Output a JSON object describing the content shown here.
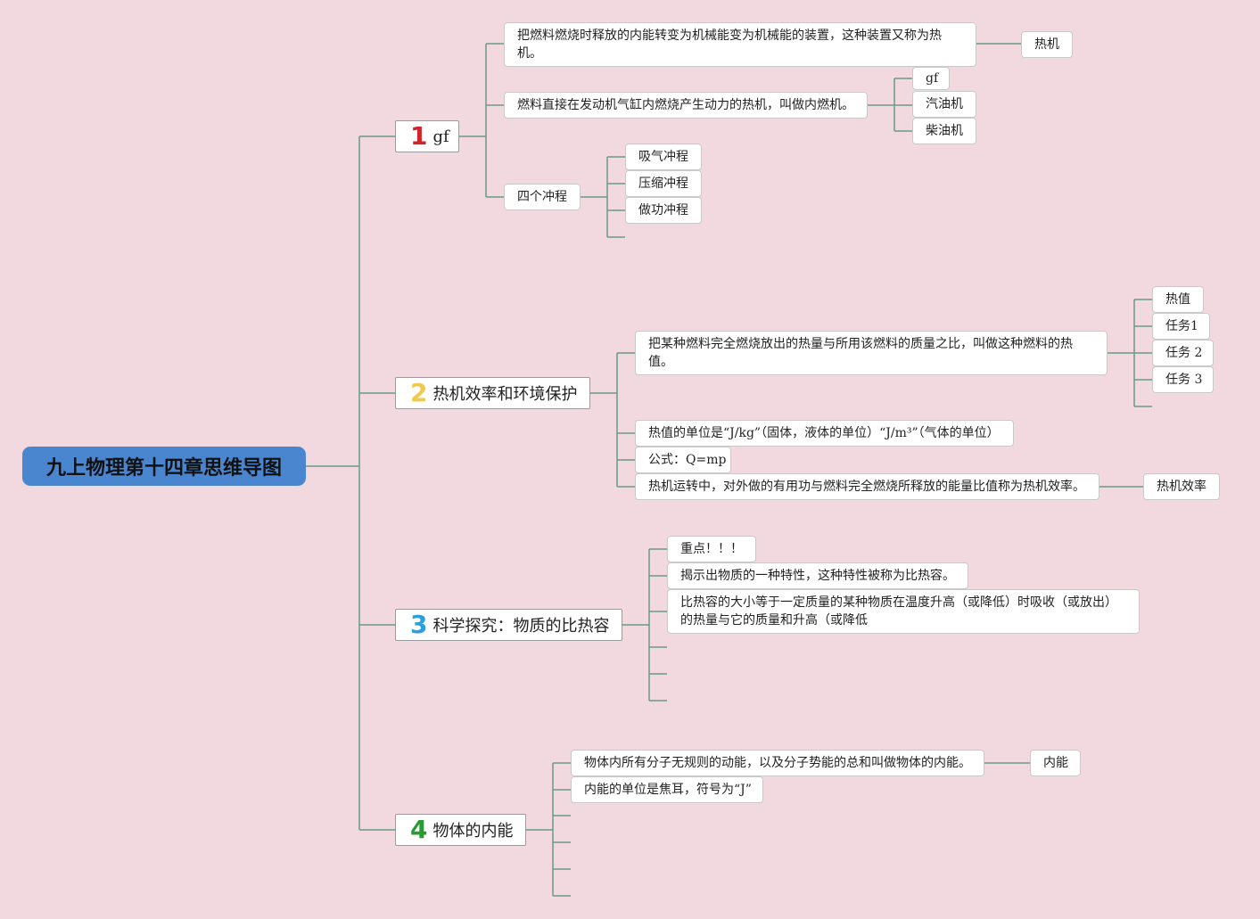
{
  "root": {
    "title": "九上物理第十四章思维导图"
  },
  "branches": [
    {
      "number": "1",
      "number_color": "#d2232a",
      "label": "gf",
      "children": [
        {
          "text": "把燃料燃烧时释放的内能转变为机械能变为机械能的装置，这种装置又称为热机。",
          "children": [
            "热机"
          ]
        },
        {
          "text": "燃料直接在发动机气缸内燃烧产生动力的热机，叫做内燃机。",
          "children": [
            "gf",
            "汽油机",
            "柴油机"
          ]
        },
        {
          "text": "四个冲程",
          "children": [
            "吸气冲程",
            "压缩冲程",
            "做功冲程"
          ]
        }
      ]
    },
    {
      "number": "2",
      "number_color": "#f2c84b",
      "label": "热机效率和环境保护",
      "children": [
        {
          "text": "把某种燃料完全燃烧放出的热量与所用该燃料的质量之比，叫做这种燃料的热值。",
          "children": [
            "热值",
            "任务1",
            "任务 2",
            "任务 3"
          ]
        },
        {
          "text": "热值的单位是“J/kg”（固体，液体的单位）“J/m³”（气体的单位）",
          "children": []
        },
        {
          "text": "公式：Q=mp",
          "children": []
        },
        {
          "text": "热机运转中，对外做的有用功与燃料完全燃烧所释放的能量比值称为热机效率。",
          "children": [
            "热机效率"
          ]
        }
      ]
    },
    {
      "number": "3",
      "number_color": "#2aa0dc",
      "label": "科学探究：物质的比热容",
      "children": [
        {
          "text": "重点！！！",
          "children": []
        },
        {
          "text": "揭示出物质的一种特性，这种特性被称为比热容。",
          "children": []
        },
        {
          "text": "比热容的大小等于一定质量的某种物质在温度升高（或降低）时吸收（或放出）的热量与它的质量和升高（或降低",
          "children": []
        }
      ]
    },
    {
      "number": "4",
      "number_color": "#2a9a35",
      "label": "物体的内能",
      "children": [
        {
          "text": "物体内所有分子无规则的动能，以及分子势能的总和叫做物体的内能。",
          "children": [
            "内能"
          ]
        },
        {
          "text": "内能的单位是焦耳，符号为“J”",
          "children": []
        }
      ]
    }
  ],
  "colors": {
    "line": "#6a9a86",
    "background": "#f2d9e0",
    "root_fill": "#4a86d0"
  }
}
